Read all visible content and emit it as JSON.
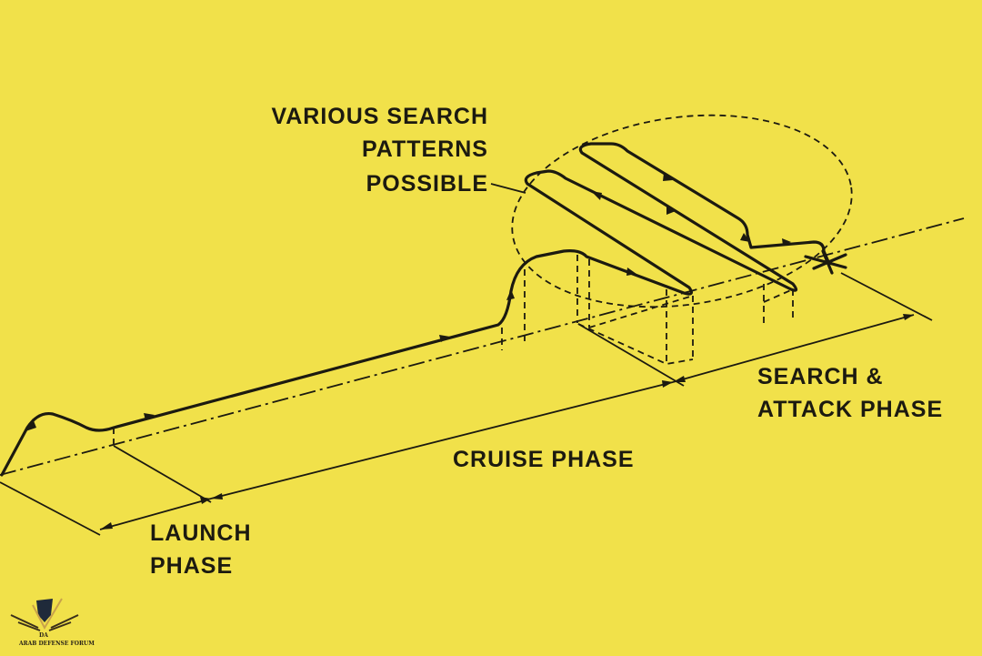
{
  "labels": {
    "search_patterns": [
      "VARIOUS SEARCH",
      "PATTERNS",
      "POSSIBLE"
    ],
    "search_attack": [
      "SEARCH &",
      "ATTACK PHASE"
    ],
    "cruise": "CRUISE PHASE",
    "launch": [
      "LAUNCH",
      "PHASE"
    ]
  },
  "watermark": {
    "logo_text": "DA",
    "name": "ARAB DEFENSE FORUM"
  },
  "colors": {
    "background": "#f1e14a",
    "ink": "#1c1a10"
  }
}
